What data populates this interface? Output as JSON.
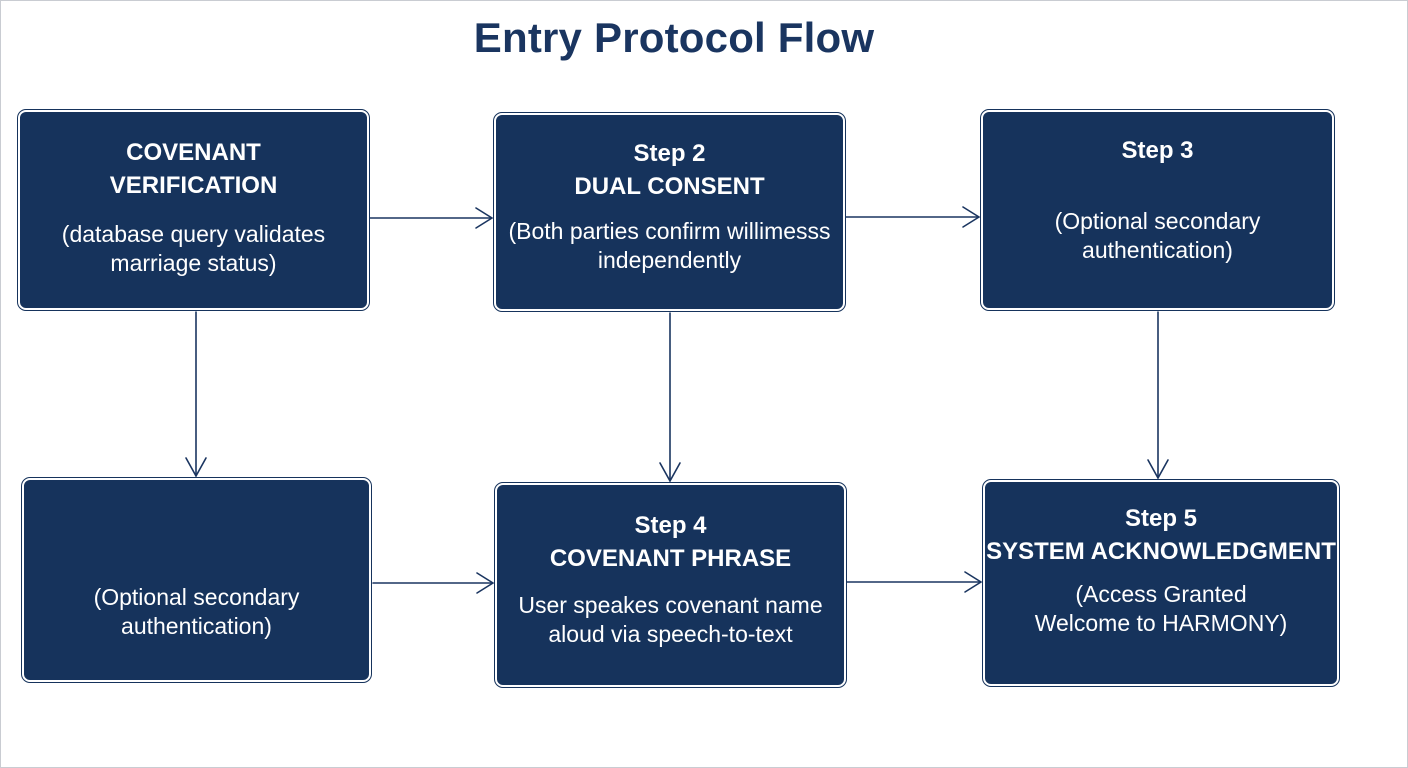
{
  "title": "Entry Protocol Flow",
  "colors": {
    "box_fill": "#16335c",
    "title_text": "#1a3560",
    "connector": "#1a3560"
  },
  "boxes": [
    {
      "heading": "COVENANT\nVERIFICATION",
      "desc": "(database query validates\nmarriage status)"
    },
    {
      "heading": "Step 2\nDUAL CONSENT",
      "desc": "(Both parties confirm willimesss\nindependently"
    },
    {
      "heading": "Step 3",
      "desc": "(Optional secondary\nauthentication)"
    },
    {
      "heading": "",
      "desc": "(Optional secondary\nauthentication)"
    },
    {
      "heading": "Step 4\nCOVENANT PHRASE",
      "desc": "User speakes covenant name\naloud via speech-to-text"
    },
    {
      "heading": "Step 5\nSYSTEM ACKNOWLEDGMENT",
      "desc": "(Access Granted\nWelcome to HARMONY)"
    }
  ]
}
